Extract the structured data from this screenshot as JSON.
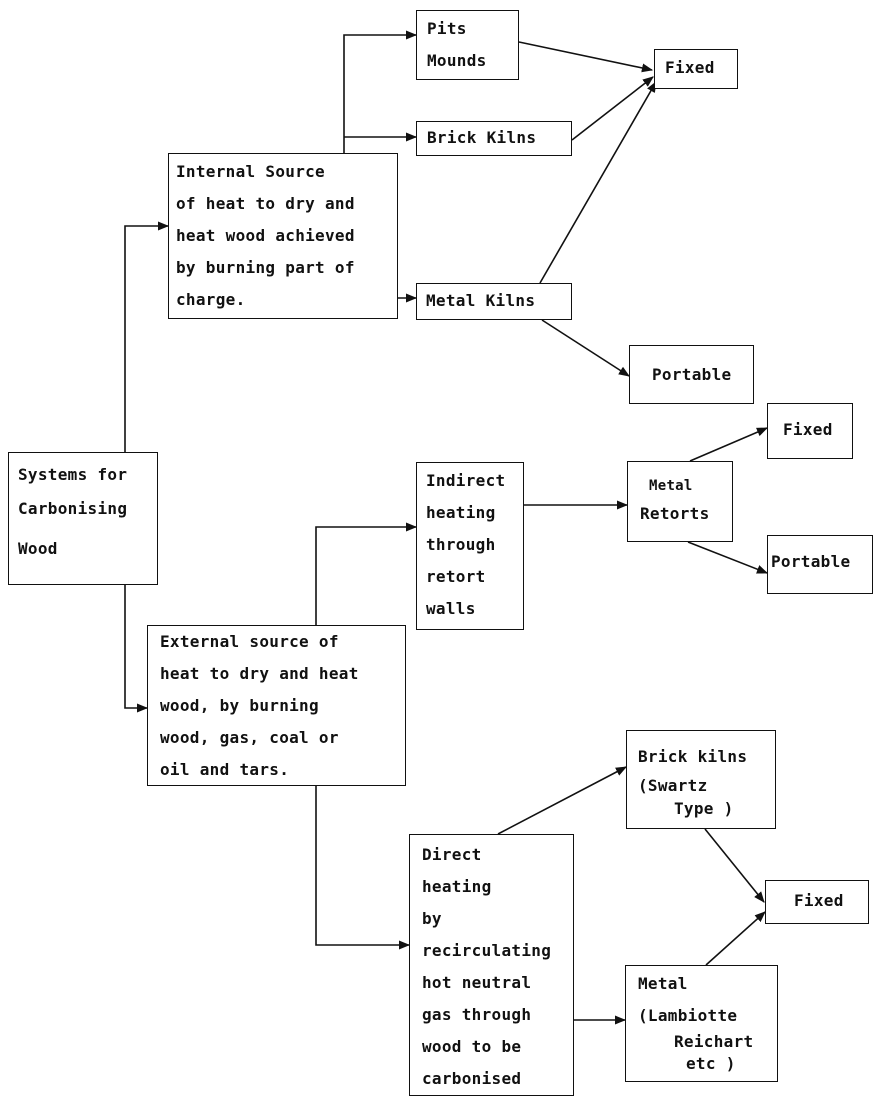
{
  "boxes": {
    "root": {
      "lines": [
        "Systems for",
        "Carbonising",
        "Wood"
      ]
    },
    "internal": {
      "lines": [
        "Internal Source",
        "of heat to dry and",
        "heat wood achieved",
        "by burning part of",
        "charge."
      ]
    },
    "pits": {
      "lines": [
        "Pits",
        "Mounds"
      ]
    },
    "brick_kilns": {
      "lines": [
        "Brick Kilns"
      ]
    },
    "metal_kilns": {
      "lines": [
        "Metal Kilns"
      ]
    },
    "fixed_1": {
      "lines": [
        "Fixed"
      ]
    },
    "portable_1": {
      "lines": [
        "Portable"
      ]
    },
    "external": {
      "lines": [
        "External source of",
        "heat to dry and heat",
        "wood, by burning",
        "wood, gas, coal or",
        "oil and tars."
      ]
    },
    "indirect": {
      "lines": [
        "Indirect",
        "heating",
        "through",
        "retort",
        "walls"
      ]
    },
    "metal_retorts": {
      "lines": [
        "Metal",
        "Retorts"
      ]
    },
    "fixed_2": {
      "lines": [
        "Fixed"
      ]
    },
    "portable_2": {
      "lines": [
        "Portable"
      ]
    },
    "direct": {
      "lines": [
        "Direct",
        "heating",
        "by",
        "recirculating",
        "hot neutral",
        "gas through",
        "wood to be",
        "carbonised"
      ]
    },
    "brick_kilns_swartz": {
      "lines": [
        "Brick kilns",
        "(Swartz",
        "Type )"
      ]
    },
    "fixed_3": {
      "lines": [
        "Fixed"
      ]
    },
    "metal_lambiotte": {
      "lines": [
        "Metal",
        "(Lambiotte",
        "Reichart",
        "etc )"
      ]
    }
  }
}
